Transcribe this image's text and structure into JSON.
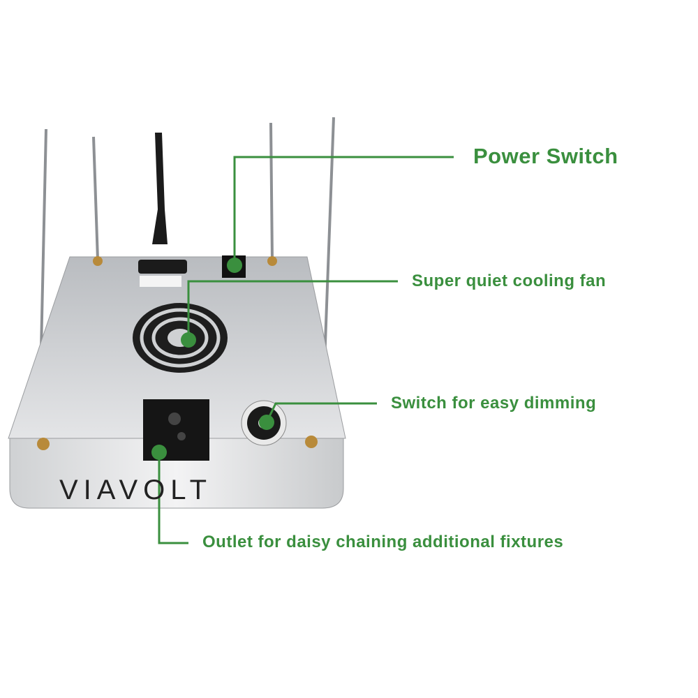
{
  "product": {
    "brand": "VIAVOLT"
  },
  "callouts": [
    {
      "label": "Power Switch"
    },
    {
      "label": "Super quiet cooling fan"
    },
    {
      "label": "Switch for easy dimming"
    },
    {
      "label": "Outlet for daisy chaining additional fixtures"
    }
  ],
  "colors": {
    "accent": "#3a8f3e",
    "body": "#d9dadc",
    "dark": "#1b1b1b"
  }
}
